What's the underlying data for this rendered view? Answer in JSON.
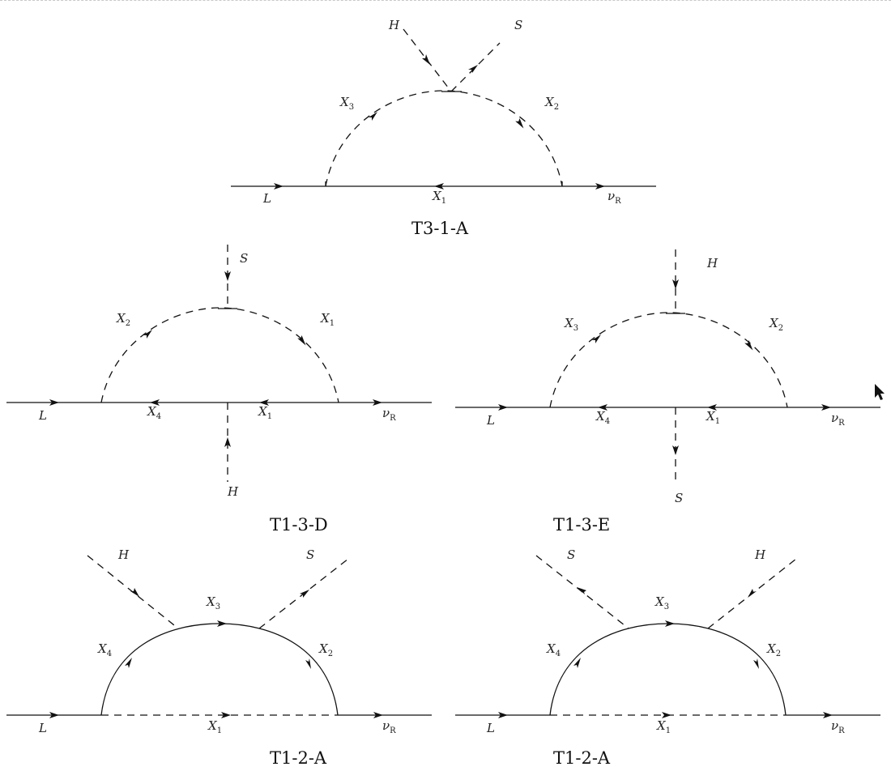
{
  "diagrams": [
    {
      "id": "T3-1-A",
      "caption": "T3-1-A",
      "labels": {
        "H": "H",
        "S": "S",
        "X3": "X",
        "X3_sub": "3",
        "X2": "X",
        "X2_sub": "2",
        "X1": "X",
        "X1_sub": "1",
        "L": "L",
        "nuR": "ν",
        "nuR_sub": "R"
      }
    },
    {
      "id": "T1-3-D",
      "caption": "T1-3-D",
      "labels": {
        "S": "S",
        "H": "H",
        "X2": "X",
        "X2_sub": "2",
        "X1": "X",
        "X1_sub": "1",
        "X4": "X",
        "X4_sub": "4",
        "X1b": "X",
        "X1b_sub": "1",
        "L": "L",
        "nuR": "ν",
        "nuR_sub": "R"
      }
    },
    {
      "id": "T1-3-E",
      "caption": "T1-3-E",
      "labels": {
        "H": "H",
        "S": "S",
        "X3": "X",
        "X3_sub": "3",
        "X2": "X",
        "X2_sub": "2",
        "X4": "X",
        "X4_sub": "4",
        "X1": "X",
        "X1_sub": "1",
        "L": "L",
        "nuR": "ν",
        "nuR_sub": "R"
      }
    },
    {
      "id": "T1-2-A-left",
      "caption": "T1-2-A",
      "labels": {
        "H": "H",
        "S": "S",
        "X3": "X",
        "X3_sub": "3",
        "X4": "X",
        "X4_sub": "4",
        "X2": "X",
        "X2_sub": "2",
        "X1": "X",
        "X1_sub": "1",
        "L": "L",
        "nuR": "ν",
        "nuR_sub": "R"
      }
    },
    {
      "id": "T1-2-A-right",
      "caption": "T1-2-A",
      "labels": {
        "S": "S",
        "H": "H",
        "X3": "X",
        "X3_sub": "3",
        "X4": "X",
        "X4_sub": "4",
        "X2": "X",
        "X2_sub": "2",
        "X1": "X",
        "X1_sub": "1",
        "L": "L",
        "nuR": "ν",
        "nuR_sub": "R"
      }
    }
  ]
}
